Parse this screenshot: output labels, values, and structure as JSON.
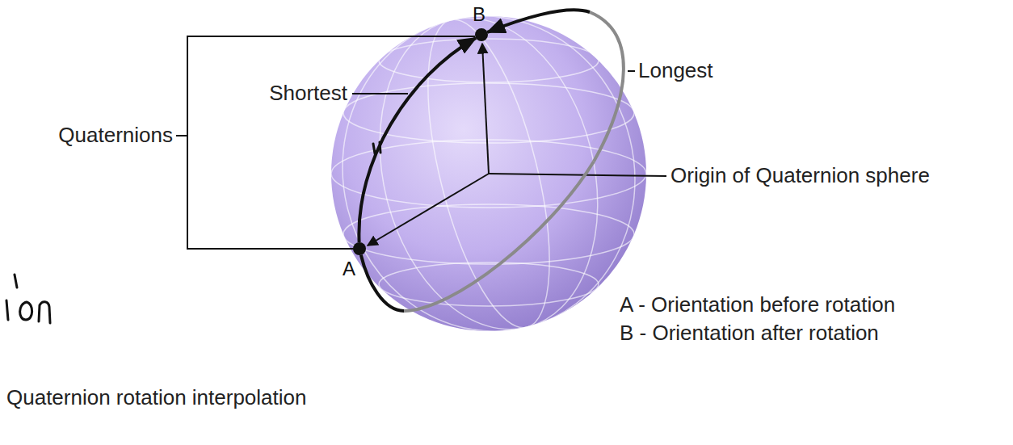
{
  "diagram": {
    "caption": "Quaternion rotation interpolation",
    "nodes": [
      {
        "text": [
          "A"
        ]
      },
      {
        "text": [
          "B"
        ]
      }
    ],
    "edges": [
      {
        "from": 0,
        "to": 1,
        "arrow": "to"
      },
      {
        "from": 0,
        "to": 1,
        "arrow": "to"
      }
    ],
    "labels": [
      "Quaternions",
      "Shortest",
      "Longest",
      "Origin of Quaternion sphere",
      "A - Orientation before rotation",
      "B - Orientation after rotation"
    ]
  }
}
